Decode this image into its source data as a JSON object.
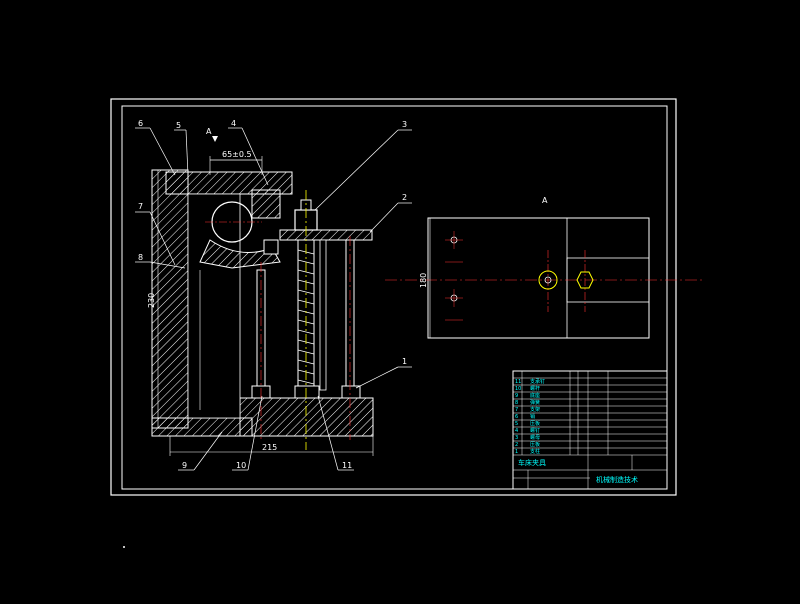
{
  "drawing": {
    "view_label": "A",
    "section_label": "A",
    "part_numbers": [
      "1",
      "2",
      "3",
      "4",
      "5",
      "6",
      "7",
      "8",
      "9",
      "10",
      "11"
    ],
    "dimensions": {
      "top_width": "65±0.5",
      "height": "230",
      "base_width": "215",
      "view_height": "180"
    }
  },
  "title_block": {
    "drawing_title": "机械制造技术",
    "fixture_name": "车床夹具",
    "parts_rows": [
      {
        "no": "11",
        "name": "支承钉"
      },
      {
        "no": "10",
        "name": "螺杆"
      },
      {
        "no": "9",
        "name": "底座"
      },
      {
        "no": "8",
        "name": "弹簧"
      },
      {
        "no": "7",
        "name": "支架"
      },
      {
        "no": "6",
        "name": "销"
      },
      {
        "no": "5",
        "name": "压板"
      },
      {
        "no": "4",
        "name": "螺钉"
      },
      {
        "no": "3",
        "name": "螺母"
      },
      {
        "no": "2",
        "name": "压板"
      },
      {
        "no": "1",
        "name": "支柱"
      }
    ]
  },
  "colors": {
    "background": "#000000",
    "line": "#ffffff",
    "cyan": "#00ffff",
    "yellow": "#ffff00",
    "green": "#00ff00",
    "red": "#ff3030"
  }
}
